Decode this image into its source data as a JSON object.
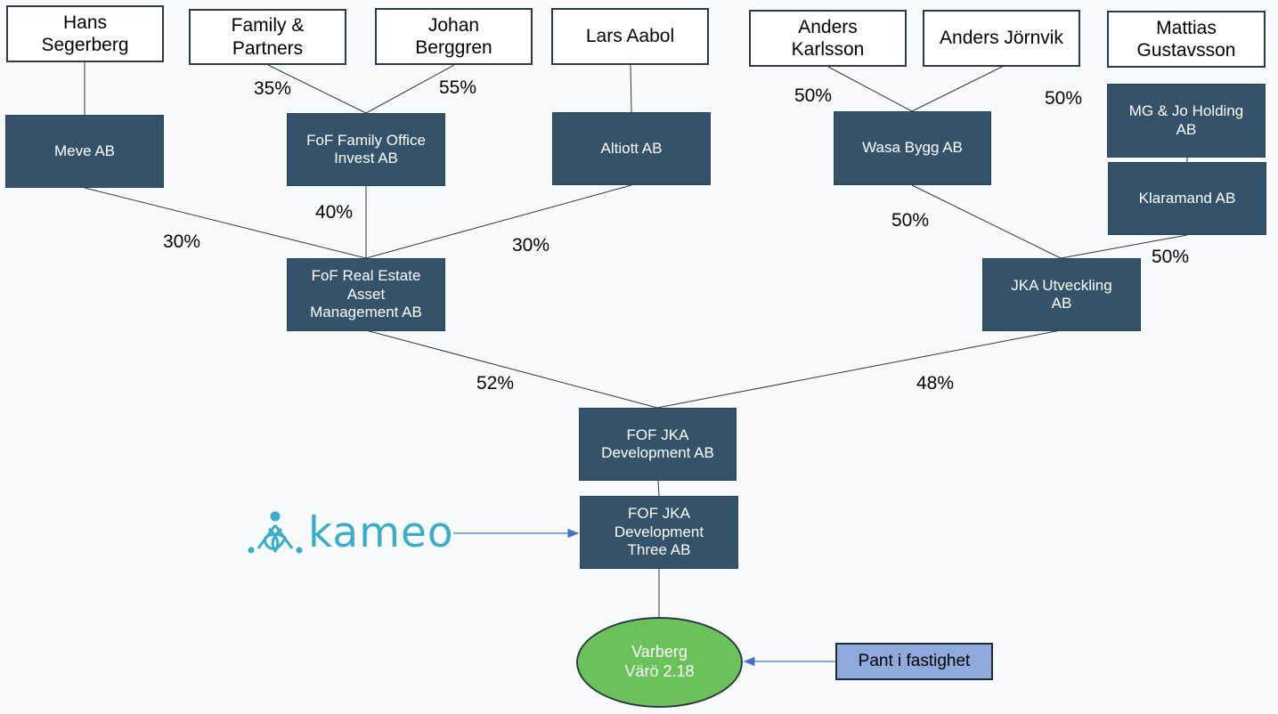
{
  "diagram": {
    "owners": {
      "hans": "Hans\nSegerberg",
      "family": "Family &\nPartners",
      "johan": "Johan\nBerggren",
      "lars": "Lars Aabol",
      "anders_k": "Anders\nKarlsson",
      "anders_j": "Anders Jörnvik",
      "mattias": "Mattias\nGustavsson"
    },
    "companies": {
      "meve": "Meve AB",
      "fof_family": "FoF Family Office\nInvest AB",
      "altiott": "Altiott AB",
      "wasa": "Wasa Bygg AB",
      "mg_jo": "MG & Jo Holding\nAB",
      "klaramand": "Klaramand AB",
      "fof_real_estate": "FoF Real Estate\nAsset\nManagement AB",
      "jka_utveckling": "JKA Utveckling\nAB",
      "fof_jka_dev": "FOF JKA\nDevelopment AB",
      "fof_jka_three": "FOF JKA\nDevelopment\nThree AB"
    },
    "percentages": {
      "family_to_fof": "35%",
      "johan_to_fof": "55%",
      "anders_k_to_wasa": "50%",
      "anders_j_to_wasa": "50%",
      "fof_family_to_real_estate": "40%",
      "meve_to_real_estate": "30%",
      "altiott_to_real_estate": "30%",
      "wasa_to_jka": "50%",
      "klaramand_to_jka": "50%",
      "real_estate_to_dev": "52%",
      "jka_to_dev": "48%"
    },
    "property": "Varberg\nVärö 2.18",
    "pledge": "Pant i fastighet",
    "logo_text": "kameo"
  },
  "colors": {
    "company_fill": "#34536a",
    "owner_fill": "#ffffff",
    "property_fill": "#6cc25a",
    "pledge_fill": "#8ea9db",
    "logo": "#3aaec8",
    "arrow": "#4472c4"
  }
}
